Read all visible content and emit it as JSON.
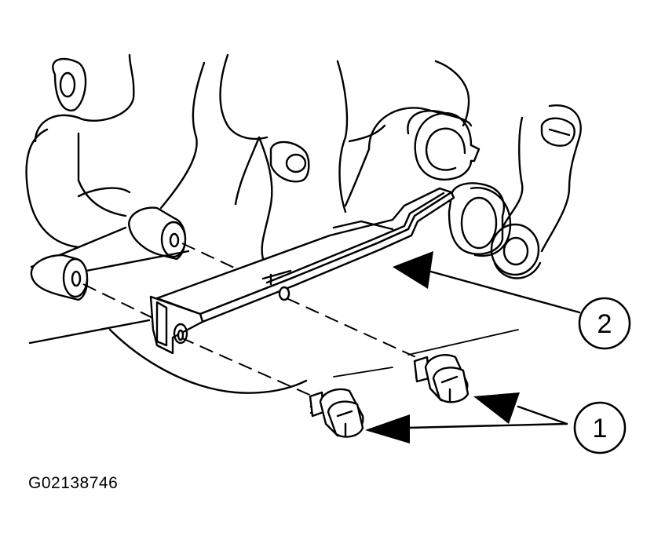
{
  "figure": {
    "id_label": "G02138746"
  },
  "callouts": [
    {
      "number": "1"
    },
    {
      "number": "2"
    }
  ],
  "colors": {
    "ink": "#000000",
    "paper": "#ffffff"
  }
}
